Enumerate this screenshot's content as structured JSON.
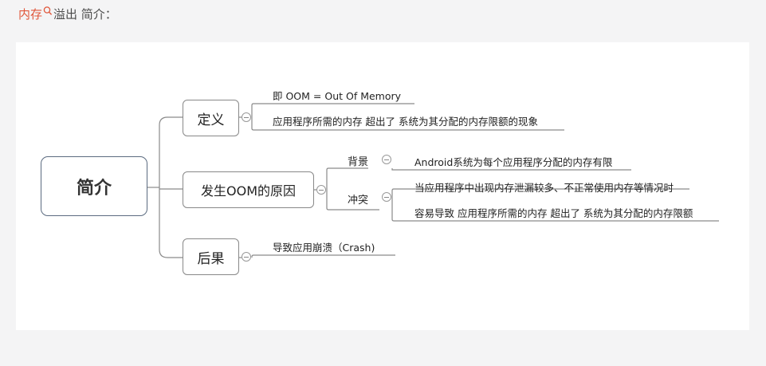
{
  "heading": {
    "link_text": "内存",
    "search_icon": "search-icon",
    "rest_text": "溢出 简介："
  },
  "mindmap": {
    "root": "简介",
    "branches": {
      "definition": {
        "label": "定义",
        "leaves": [
          "即 OOM = Out Of Memory",
          "应用程序所需的内存 超出了 系统为其分配的内存限额的现象"
        ]
      },
      "cause": {
        "label": "发生OOM的原因",
        "sub": [
          {
            "label": "背景",
            "leaves": [
              "Android系统为每个应用程序分配的内存有限"
            ]
          },
          {
            "label": "冲突",
            "leaves": [
              "当应用程序中出现内存泄漏较多、不正常使用内存等情况时",
              "容易导致 应用程序所需的内存 超出了 系统为其分配的内存限额"
            ]
          }
        ]
      },
      "result": {
        "label": "后果",
        "leaves": [
          "导致应用崩溃（Crash)"
        ]
      }
    }
  }
}
